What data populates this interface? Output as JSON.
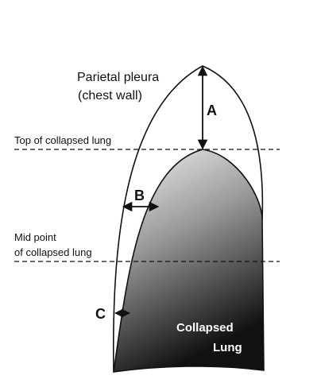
{
  "labels": {
    "parietal_pleura_line1": "Parietal pleura",
    "parietal_pleura_line2": "(chest wall)",
    "top_of_collapsed_lung": "Top of collapsed lung",
    "mid_point_line1": "Mid point",
    "mid_point_line2": "of collapsed lung",
    "collapsed_line1": "Collapsed",
    "collapsed_line2": "Lung"
  },
  "markers": {
    "a": "A",
    "b": "B",
    "c": "C"
  },
  "colors": {
    "outline": "#111111",
    "lung_light": "#f2f2f2",
    "lung_dark": "#1a1a1a"
  }
}
